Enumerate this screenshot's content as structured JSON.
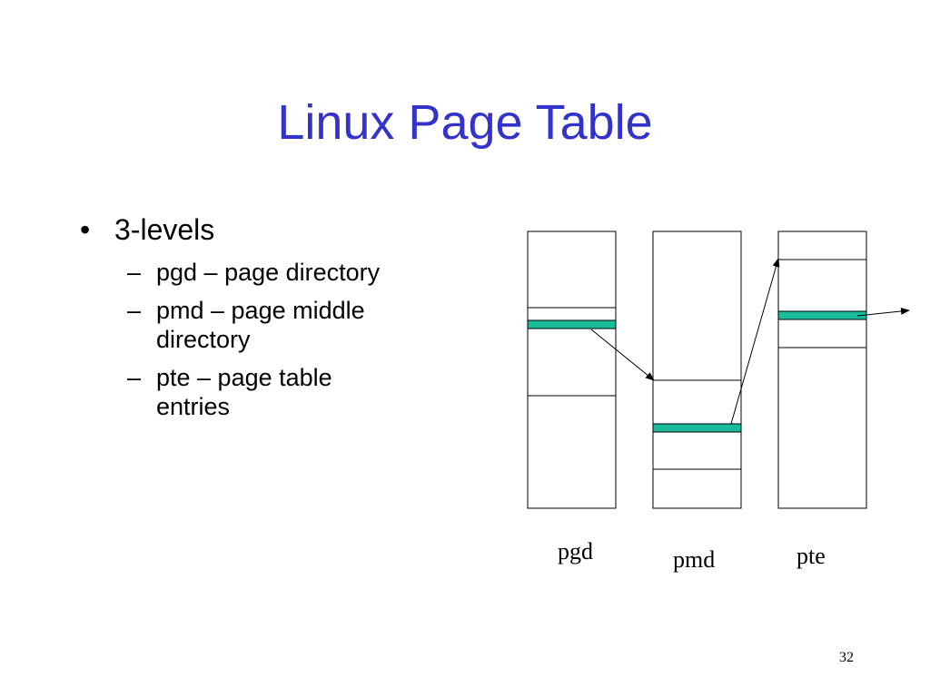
{
  "slide": {
    "title": "Linux Page Table",
    "bullet": {
      "marker": "•",
      "text": "3-levels"
    },
    "sub_bullets": [
      {
        "marker": "–",
        "line1": "pgd – page directory",
        "line2": ""
      },
      {
        "marker": "–",
        "line1": "pmd – page middle",
        "line2": "directory"
      },
      {
        "marker": "–",
        "line1": "pte – page table",
        "line2": "entries"
      }
    ],
    "page_number": "32"
  },
  "diagram": {
    "tables": [
      {
        "label": "pgd"
      },
      {
        "label": "pmd"
      },
      {
        "label": "pte"
      }
    ],
    "colors": {
      "title": "#3333cc",
      "entry_highlight": "#1abc9c",
      "outline": "#000000"
    }
  }
}
